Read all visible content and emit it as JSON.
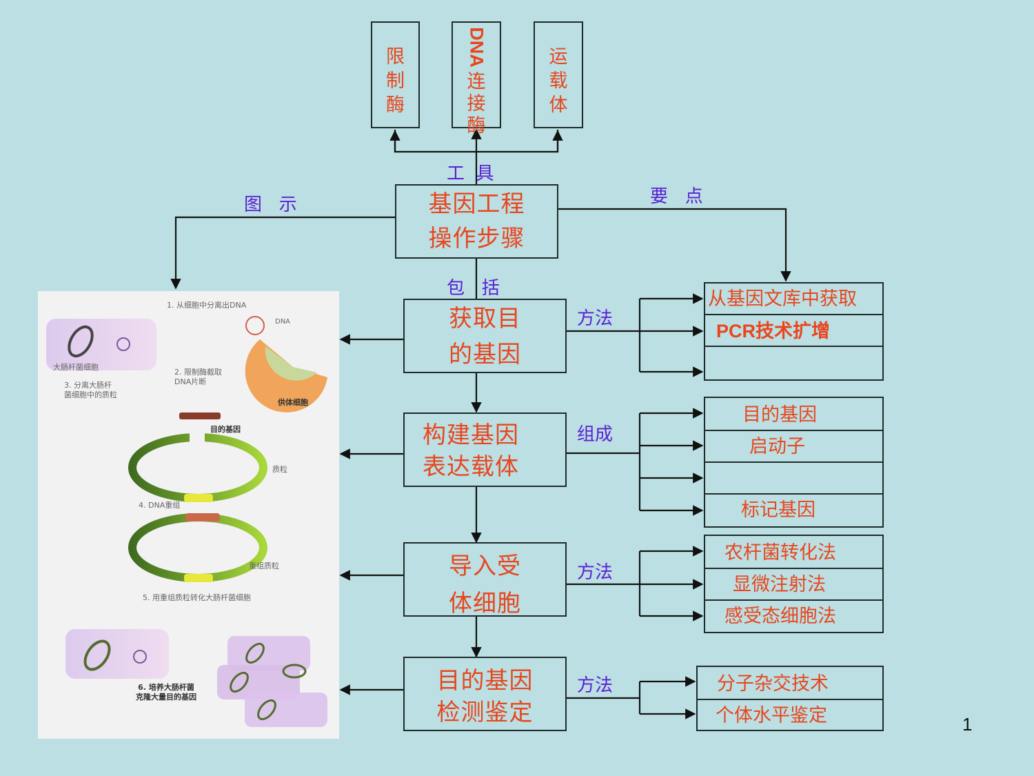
{
  "tools": {
    "label": "工  具",
    "items": [
      {
        "text": "限\n制\n酶"
      },
      {
        "prefix": "DNA",
        "text": "连\n接\n酶"
      },
      {
        "text": "运\n载\n体"
      }
    ]
  },
  "center": {
    "line1": "基因工程",
    "line2": "操作步骤"
  },
  "connector_labels": {
    "illustration": "图   示",
    "key_points": "要   点",
    "includes": "包   括"
  },
  "steps": [
    {
      "line1": "获取目",
      "line2": "的基因",
      "relation": "方法",
      "options": [
        "从基因文库中获取",
        "PCR技术扩增",
        ""
      ]
    },
    {
      "line1": "构建基因",
      "line2": "表达载体",
      "relation": "组成",
      "options": [
        "目的基因",
        "启动子",
        "",
        "标记基因"
      ]
    },
    {
      "line1": "导入受",
      "line2": "体细胞",
      "relation": "方法",
      "options": [
        "农杆菌转化法",
        "显微注射法",
        "感受态细胞法"
      ]
    },
    {
      "line1": "目的基因",
      "line2": "检测鉴定",
      "relation": "方法",
      "options": [
        "分子杂交技术",
        "个体水平鉴定"
      ]
    }
  ],
  "illustration": {
    "step1": "1. 从细胞中分离出DNA",
    "dna": "DNA",
    "ecoli": "大肠杆菌细胞",
    "step2": "2. 限制酶截取\nDNA片断",
    "step3": "3. 分离大肠杆\n菌细胞中的质粒",
    "donor": "供体细胞",
    "target_gene": "目的基因",
    "plasmid": "质粒",
    "step4": "4. DNA重组",
    "recombinant": "重组质粒",
    "step5": "5. 用重组质粒转化大肠杆菌细胞",
    "step6": "6. 培养大肠杆菌\n克隆大量目的基因"
  },
  "page_number": "1",
  "colors": {
    "background": "#bbdfe2",
    "node_text": "#e8461e",
    "label_text": "#5a1fd6",
    "line": "#111111"
  }
}
